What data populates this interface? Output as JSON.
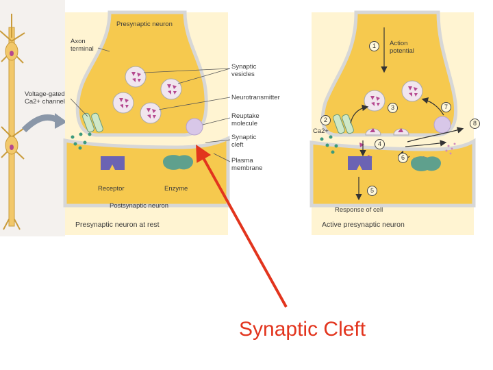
{
  "colors": {
    "cytoplasm": "#f7cf5a",
    "cytoplasm_light": "#fbe7a2",
    "membrane": "#d9d9d9",
    "vesicle_fill": "#f1e6ee",
    "neurotransmitter": "#b5488f",
    "receptor": "#6b63b3",
    "enzyme": "#5fa08d",
    "calcium": "#3b9a7c",
    "red_arrow": "#e2341d",
    "caption": "#e2341d",
    "reuptake": "#d8c7e8"
  },
  "left_panel": {
    "presynaptic_label": "Presynaptic neuron",
    "axon_terminal_label": [
      "Axon",
      "terminal"
    ],
    "voltage_gated_label": [
      "Voltage-gated",
      "Ca2+ channel"
    ],
    "receptor_label": "Receptor",
    "enzyme_label": "Enzyme",
    "postsynaptic_label": "Postsynaptic neuron",
    "caption": "Presynaptic neuron at rest"
  },
  "center_labels": {
    "synaptic_vesicles": [
      "Synaptic",
      "vesicles"
    ],
    "neurotransmitter": "Neurotransmitter",
    "reuptake_molecule": [
      "Reuptake",
      "molecule"
    ],
    "synaptic_cleft": [
      "Synaptic",
      "cleft"
    ],
    "plasma_membrane": [
      "Plasma",
      "membrane"
    ]
  },
  "right_panel": {
    "action_potential_label": [
      "Action",
      "potential"
    ],
    "ca_label": "Ca2+",
    "response_label": "Response of cell",
    "caption": "Active presynaptic neuron",
    "steps": [
      "1",
      "2",
      "3",
      "4",
      "5",
      "6",
      "7",
      "8"
    ]
  },
  "annotation": {
    "text": "Synaptic Cleft"
  }
}
